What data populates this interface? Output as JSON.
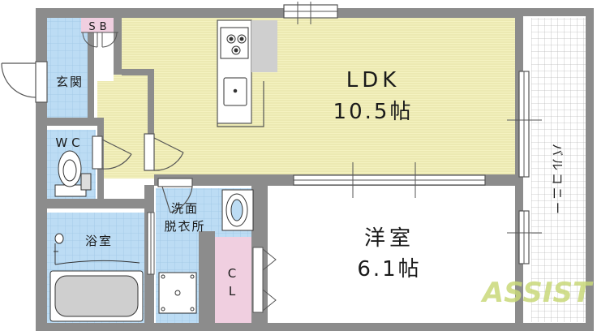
{
  "rooms": {
    "ldk": {
      "name": "LDK",
      "size": "10.5帖"
    },
    "bedroom": {
      "name": "洋室",
      "size": "6.1帖"
    },
    "entrance": {
      "name": "玄関"
    },
    "shoe_box": {
      "name": "SB"
    },
    "toilet": {
      "name": "WC"
    },
    "bathroom": {
      "name": "浴室"
    },
    "washroom": {
      "name_line1": "洗面",
      "name_line2": "脱衣所"
    },
    "closet": {
      "name_line1": "C",
      "name_line2": "L"
    },
    "balcony": {
      "name": "バルコニー"
    }
  },
  "watermark": {
    "text": "ASSIST"
  },
  "colors": {
    "wall": "#8c8c8c",
    "ldk_floor": "#f4f2c0",
    "wet_floor": "#bcdcf4",
    "closet_floor": "#f0cfe0",
    "stripe": "#e3e0a4",
    "bedroom_floor": "#ffffff"
  }
}
